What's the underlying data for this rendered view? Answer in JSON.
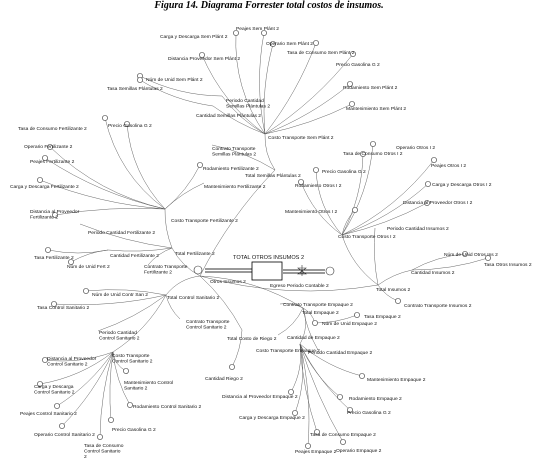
{
  "caption": "Figura 14. Diagrama Forrester total costos de insumos.",
  "stock": {
    "label": "TOTAL OTROS INSUMOS 2"
  },
  "flow": {
    "label": "Egreso Periodo Contable 2"
  },
  "nodes": {
    "carga_semillas": "Carga y Descarga Sem Plánt 2",
    "peajes_semillas": "Peajes Sem Plánt 2",
    "operario_semillas": "Operario Sem Plánt 2",
    "distancia_semillas": "Distancia Proveedor Sem Plánt 2",
    "consumo_semillas": "Tasa de Consumo Sem Plánt 2",
    "gasolina_semillas": "Precio Gasolina G 2",
    "num_unid_semillas": "Núm de Unid Sem Plánt 2",
    "rodamiento_semillas": "Rodamiento Sem Plánt 2",
    "tasa_semillas": "Tasa Semillas Plántulas 2",
    "mantenimiento_semillas": "Mantenimiento Sem Plánt 2",
    "periodo_semillas": "Periodo Cantidad Semillas Plántulas 2",
    "cantidad_semillas": "Cantidad Semillas Plántulas 2",
    "transporte_semillas": "Costo Transporte Sem Plánt 2",
    "contrato_semillas": "Contrato Transporte Semillas Plántulas 2",
    "total_semillas": "Total Semillas Plántulas 2",
    "consumo_fert": "Tasa de Consumo Fertilizante 2",
    "gasolina_fert": "Precio Gasolina G 2",
    "operario_fert": "Operario Fertilizante 2",
    "peajes_fert": "Peajes Fertilizante 2",
    "carga_fert": "Carga y Descarga Fertilizante 2",
    "rodamiento_fert": "Rodamiento Fertilizante 2",
    "mantenimiento_fert": "Mantenimiento Fertilizante 2",
    "distancia_fert": "Distancia al Proveedor Fertilizante 2",
    "transporte_fert": "Costo Transporte Fertilizante 2",
    "periodo_fert": "Periodo Cantidad Fertilizante 2",
    "cantidad_fert": "Cantidad Fertilizante 2",
    "total_fert": "Total Fertilizante 2",
    "tasa_fert": "Tasa Fertilizante 2",
    "num_unid_fert": "Núm de Unid Fert 2",
    "contrato_fert": "Contrato Transporte Fertilizante 2",
    "otros_insumos": "Otros Insumos 2",
    "operario_otros": "Operario Otros I 2",
    "consumo_otros": "Tasa de Consumo Otros I 2",
    "peajes_otros": "Peajes Otros I 2",
    "gasolina_otros": "Precio Gasolina G 2",
    "rodamiento_otros": "Rodamiento Otros I 2",
    "carga_otros": "Carga y Descarga Otros I 2",
    "distancia_otros": "Distancia al Proveedor Otros I 2",
    "mantenimiento_otros": "Mantenimiento Otros I 2",
    "periodo_otros": "Periodo Cantidad Insumos 2",
    "transporte_otros": "Costo Transporte Otros I 2",
    "num_unid_otros": "Núm de Unid Otros Ins 2",
    "tasa_otros": "Tasa Otros Insumos 2",
    "cantidad_otros": "Cantidad Insumos 2",
    "total_insumos": "Total Insumos 2",
    "contrato_otros": "Contrato Transporte Insumos 2",
    "num_unid_control": "Núm de Unid Contr San 2",
    "total_control": "Total Control Sanitario 2",
    "tasa_control": "Tasa Control Sanitario 2",
    "contrato_control": "Contrato Transporte Control Sanitario 2",
    "periodo_control": "Periodo Cantidad Control Sanitario 2",
    "transporte_control": "Costo Transporte Control Sanitario 2",
    "distancia_control": "Distancia al Proveedor Control Sanitario 2",
    "carga_control": "Carga y Descarga Control Sanitario 2",
    "peajes_control": "Peajes Control Sanitario 2",
    "operario_control": "Operario Control Sanitario 2",
    "consumo_control": "Tasa de Consumo Control Sanitario 2",
    "mantenimiento_control": "Mantenimiento Control Sanitario 2",
    "rodamiento_control": "Rodamiento Control Sanitario 2",
    "gasolina_control": "Precio Gasolina G 2",
    "total_riego": "Total Costo de Riego 2",
    "cantidad_riego": "Cantidad Riego 2",
    "contrato_empaque": "Contrato Transporte Empaque 2",
    "total_empaque": "Total Empaque 2",
    "tasa_empaque": "Tasa Empaque 2",
    "num_unid_empaque": "Núm de Unid Empaque 2",
    "cantidad_empaque": "Cantidad de Empaque 2",
    "transporte_empaque": "Costo Transporte Empaque 2",
    "periodo_empaque": "Periodo Cantidad Empaque 2",
    "mantenimiento_empaque": "Mantenimiento Empaque 2",
    "distancia_empaque": "Distancia al Proveedor Empaque 2",
    "rodamiento_empaque": "Rodamiento Empaque 2",
    "carga_empaque": "Carga y Descarga Empaque 2",
    "gasolina_empaque": "Precio Gasolina G 2",
    "consumo_empaque": "Tasa de Consumo Empaque 2",
    "peajes_empaque": "Peajes Empaque 2",
    "operario_empaque": "Operario Empaque 2"
  }
}
